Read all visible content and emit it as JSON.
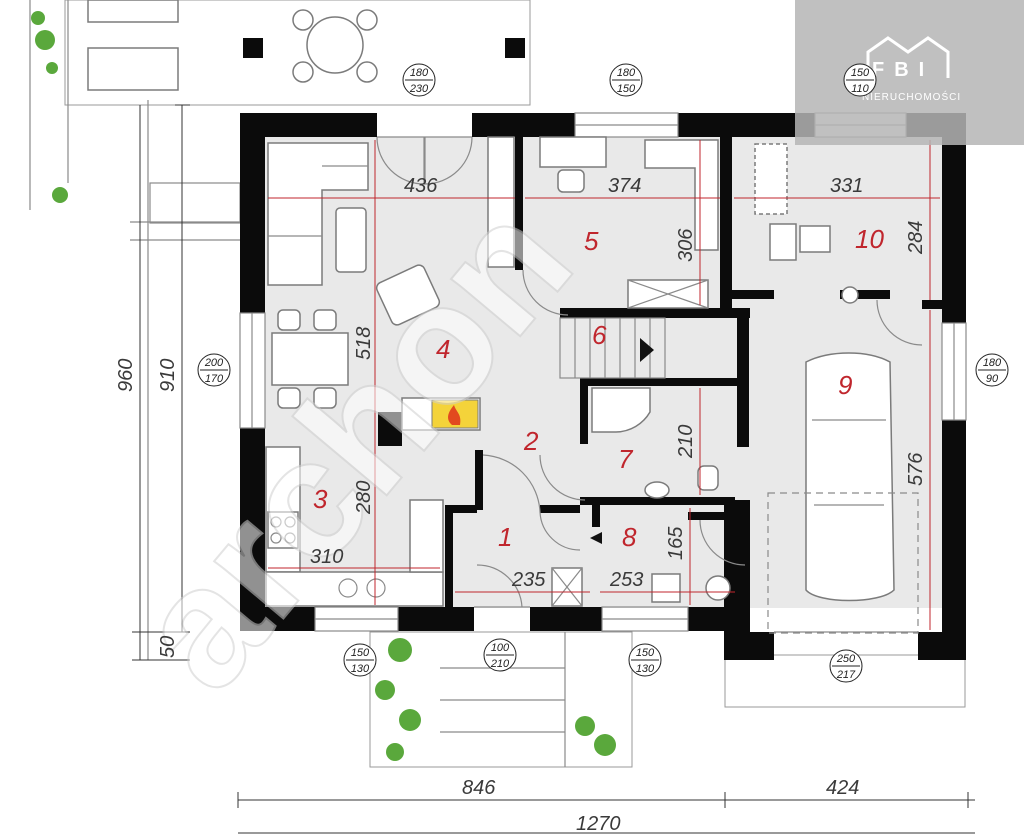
{
  "watermark": "archon",
  "logo": {
    "letters": "FBI",
    "subtitle": "NIERUCHOMOŚCI"
  },
  "rooms": {
    "r1": "1",
    "r2": "2",
    "r3": "3",
    "r4": "4",
    "r5": "5",
    "r6": "6",
    "r7": "7",
    "r8": "8",
    "r9": "9",
    "r10": "10"
  },
  "dimensions": {
    "room4_width": "436",
    "room5_width": "374",
    "room10_width": "331",
    "room5_depth": "306",
    "room10_depth": "284",
    "room4_depth": "518",
    "room9_depth": "576",
    "room7_depth": "210",
    "room3_depth": "280",
    "room3_width": "310",
    "room1_width": "235",
    "room8_width": "253",
    "room8_depth": "165",
    "overall_height_a": "960",
    "overall_height_b": "910",
    "overall_height_c": "50",
    "bottom_left": "846",
    "bottom_right": "424",
    "bottom_total": "1270"
  },
  "openings": {
    "terrace_door": {
      "w": "180",
      "h": "230"
    },
    "kitchen5_window": {
      "w": "180",
      "h": "150"
    },
    "room10_window": {
      "w": "150",
      "h": "110"
    },
    "left_window": {
      "w": "200",
      "h": "170"
    },
    "right_window": {
      "w": "180",
      "h": "90"
    },
    "kitchen_window": {
      "w": "150",
      "h": "130"
    },
    "entrance_door": {
      "w": "100",
      "h": "210"
    },
    "room8_window": {
      "w": "150",
      "h": "130"
    },
    "garage_door": {
      "w": "250",
      "h": "217"
    }
  }
}
